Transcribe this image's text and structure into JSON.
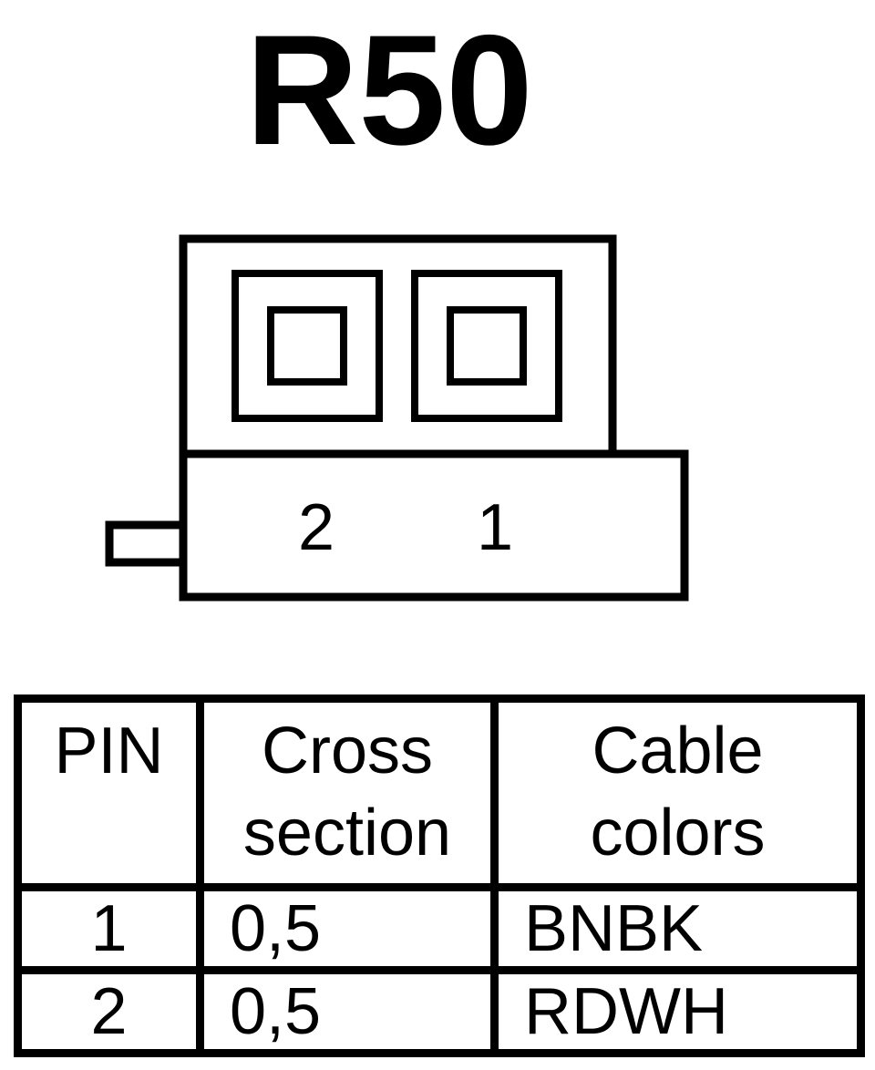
{
  "connector": {
    "title": "R50",
    "pin_labels": [
      "2",
      "1"
    ]
  },
  "table": {
    "headers": {
      "pin": "PIN",
      "cross_section": [
        "Cross",
        "section"
      ],
      "cable_colors": [
        "Cable",
        "colors"
      ]
    },
    "rows": [
      {
        "pin": "1",
        "cross_section": "0,5",
        "cable_colors": "BNBK"
      },
      {
        "pin": "2",
        "cross_section": "0,5",
        "cable_colors": "RDWH"
      }
    ]
  }
}
